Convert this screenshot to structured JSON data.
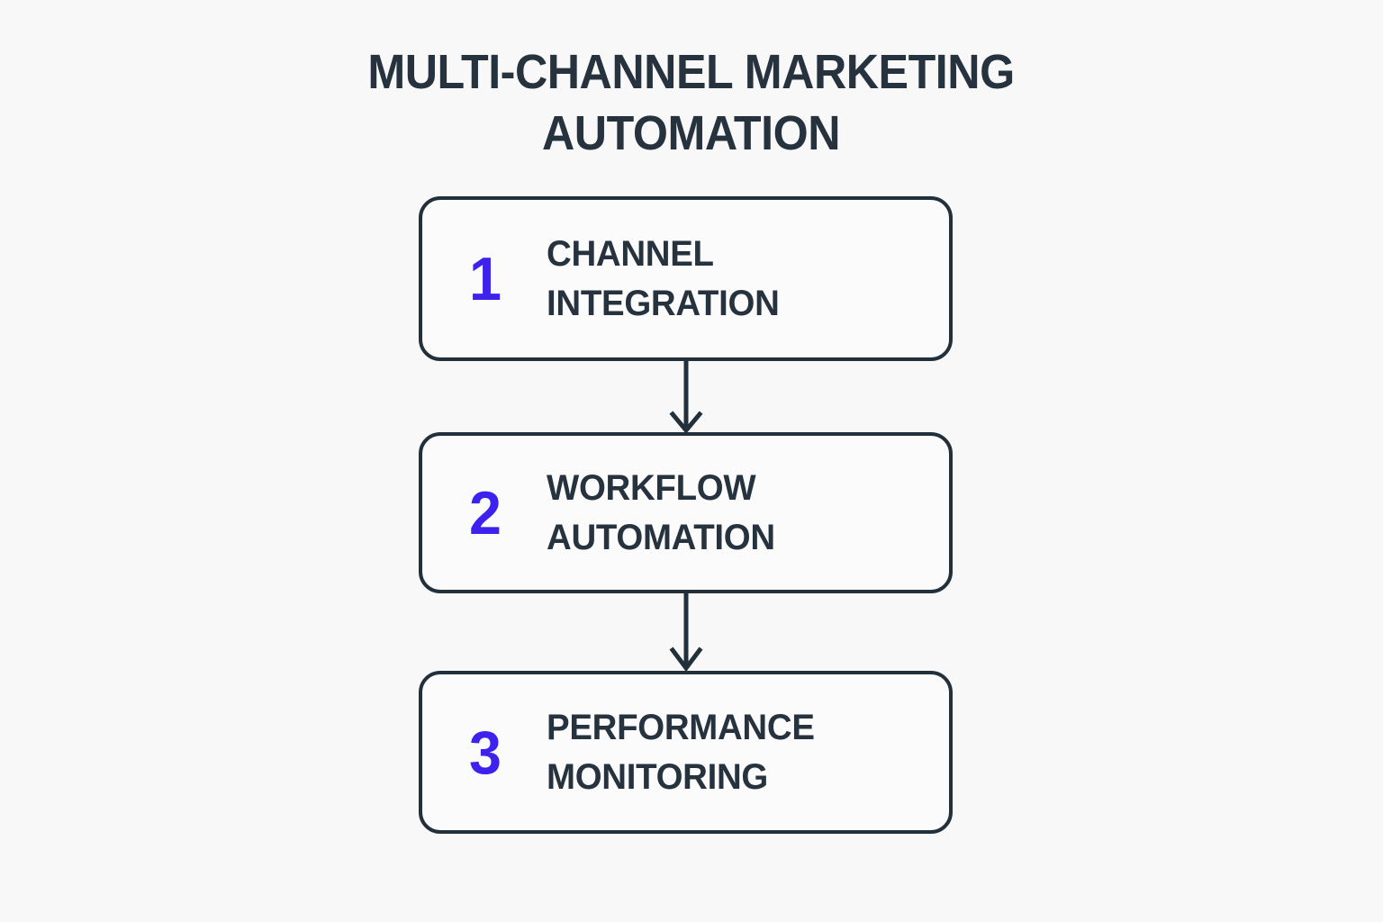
{
  "page": {
    "background_color": "#f8f8f8",
    "title": "MULTI-CHANNEL MARKETING\nAUTOMATION"
  },
  "theme": {
    "text_color": "#26333e",
    "accent_color": "#3d22ee",
    "border_color": "#22303c",
    "box_fill": "#fbfbfc"
  },
  "diagram": {
    "type": "vertical-flowchart",
    "steps": [
      {
        "number": "1",
        "label": "CHANNEL\nINTEGRATION"
      },
      {
        "number": "2",
        "label": "WORKFLOW\nAUTOMATION"
      },
      {
        "number": "3",
        "label": "PERFORMANCE\nMONITORING"
      }
    ],
    "connectors": [
      {
        "from": "1",
        "to": "2",
        "icon": "arrow-down-icon"
      },
      {
        "from": "2",
        "to": "3",
        "icon": "arrow-down-icon"
      }
    ]
  }
}
